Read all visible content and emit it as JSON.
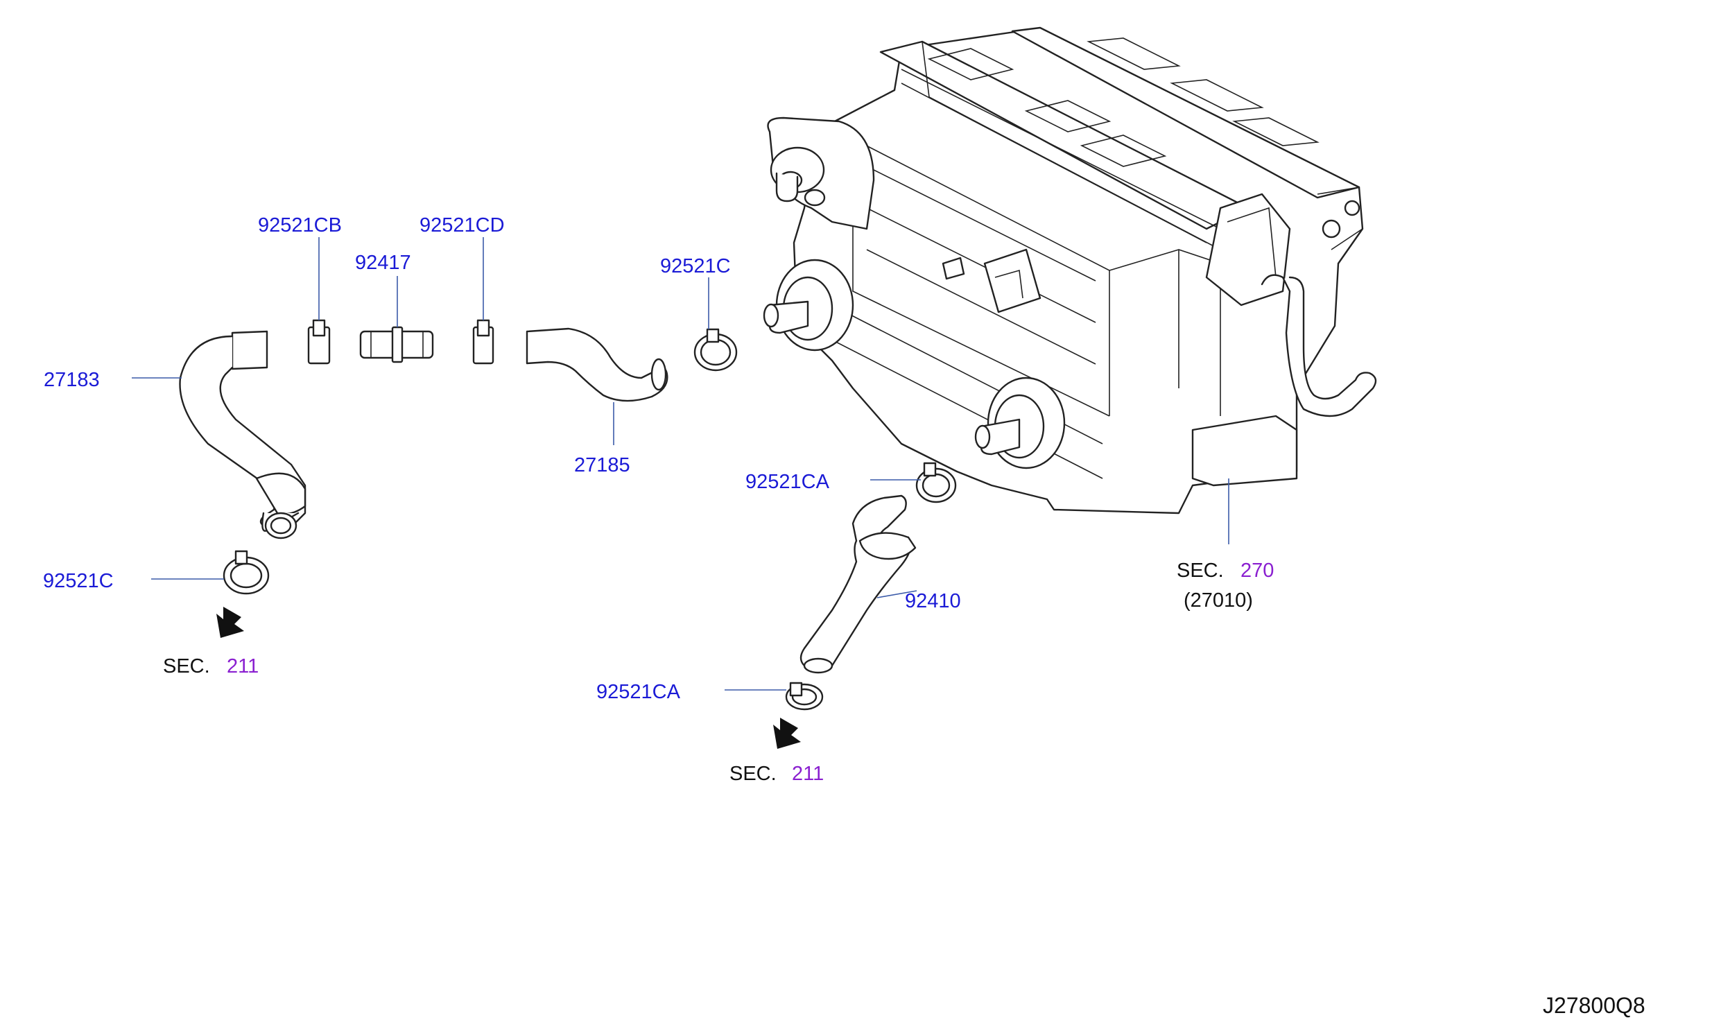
{
  "labels": {
    "p_92521CB": "92521CB",
    "p_92417": "92417",
    "p_92521CD": "92521CD",
    "p_92521C_top": "92521C",
    "p_27183": "27183",
    "p_27185": "27185",
    "p_92521CA_mid": "92521CA",
    "p_92521C_left": "92521C",
    "p_92410": "92410",
    "p_92521CA_low": "92521CA",
    "sec_word": "SEC.",
    "sec_211_a": "211",
    "sec_211_b": "211",
    "sec_270": "270",
    "code_27010": "(27010)",
    "diagram_id": "J27800Q8"
  },
  "colors": {
    "part_number": "#1a1ad6",
    "section_number": "#8a1fd0",
    "leader": "#3a5aa8",
    "drawing": "#222222"
  },
  "icons": {
    "flow_arrow": "down-arrow-icon"
  }
}
